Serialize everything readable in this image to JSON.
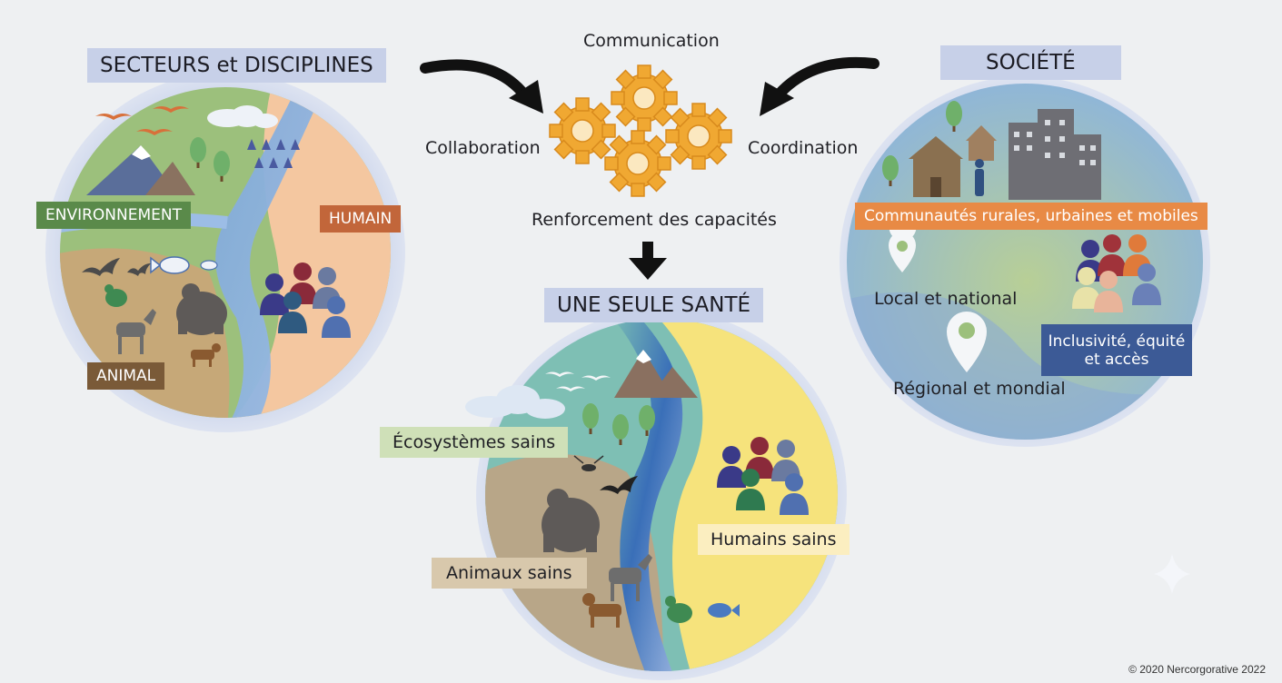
{
  "colors": {
    "header_bg": "#c7d0e8",
    "environnement": "#5a8a4a",
    "humain": "#c2663a",
    "animal": "#7a5a38",
    "ecosystemes": "#cfe0b8",
    "animaux": "#d8c8ac",
    "humains": "#fbeec0",
    "communautes": "#e88a45",
    "inclusivite": "#3c5a96",
    "gear": "#f0a832"
  },
  "left": {
    "title": "SECTEURS et DISCIPLINES",
    "environnement": "ENVIRONNEMENT",
    "humain": "HUMAIN",
    "animal": "ANIMAL"
  },
  "center": {
    "communication": "Communication",
    "collaboration": "Collaboration",
    "coordination": "Coordination",
    "renforcement": "Renforcement des capacités",
    "title": "UNE SEULE SANTÉ",
    "ecosystemes": "Écosystèmes sains",
    "humains": "Humains sains",
    "animaux": "Animaux sains"
  },
  "right": {
    "title": "SOCIÉTÉ",
    "communautes": "Communautés rurales, urbaines et mobiles",
    "local": "Local et national",
    "regional": "Régional et mondial",
    "inclusivite_line1": "Inclusivité, équité",
    "inclusivite_line2": "et accès"
  },
  "footer": {
    "copyright": "© 2020 Nercorgorative 2022"
  },
  "icons": [
    "mountain-icon",
    "tree-icon",
    "bird-icon",
    "cloud-icon",
    "fish-icon",
    "bat-icon",
    "gorilla-icon",
    "goat-icon",
    "dog-icon",
    "chicken-icon",
    "people-icon",
    "gear-icon",
    "house-icon",
    "building-icon",
    "location-pin-icon",
    "arrow-icon",
    "mosquito-icon"
  ]
}
